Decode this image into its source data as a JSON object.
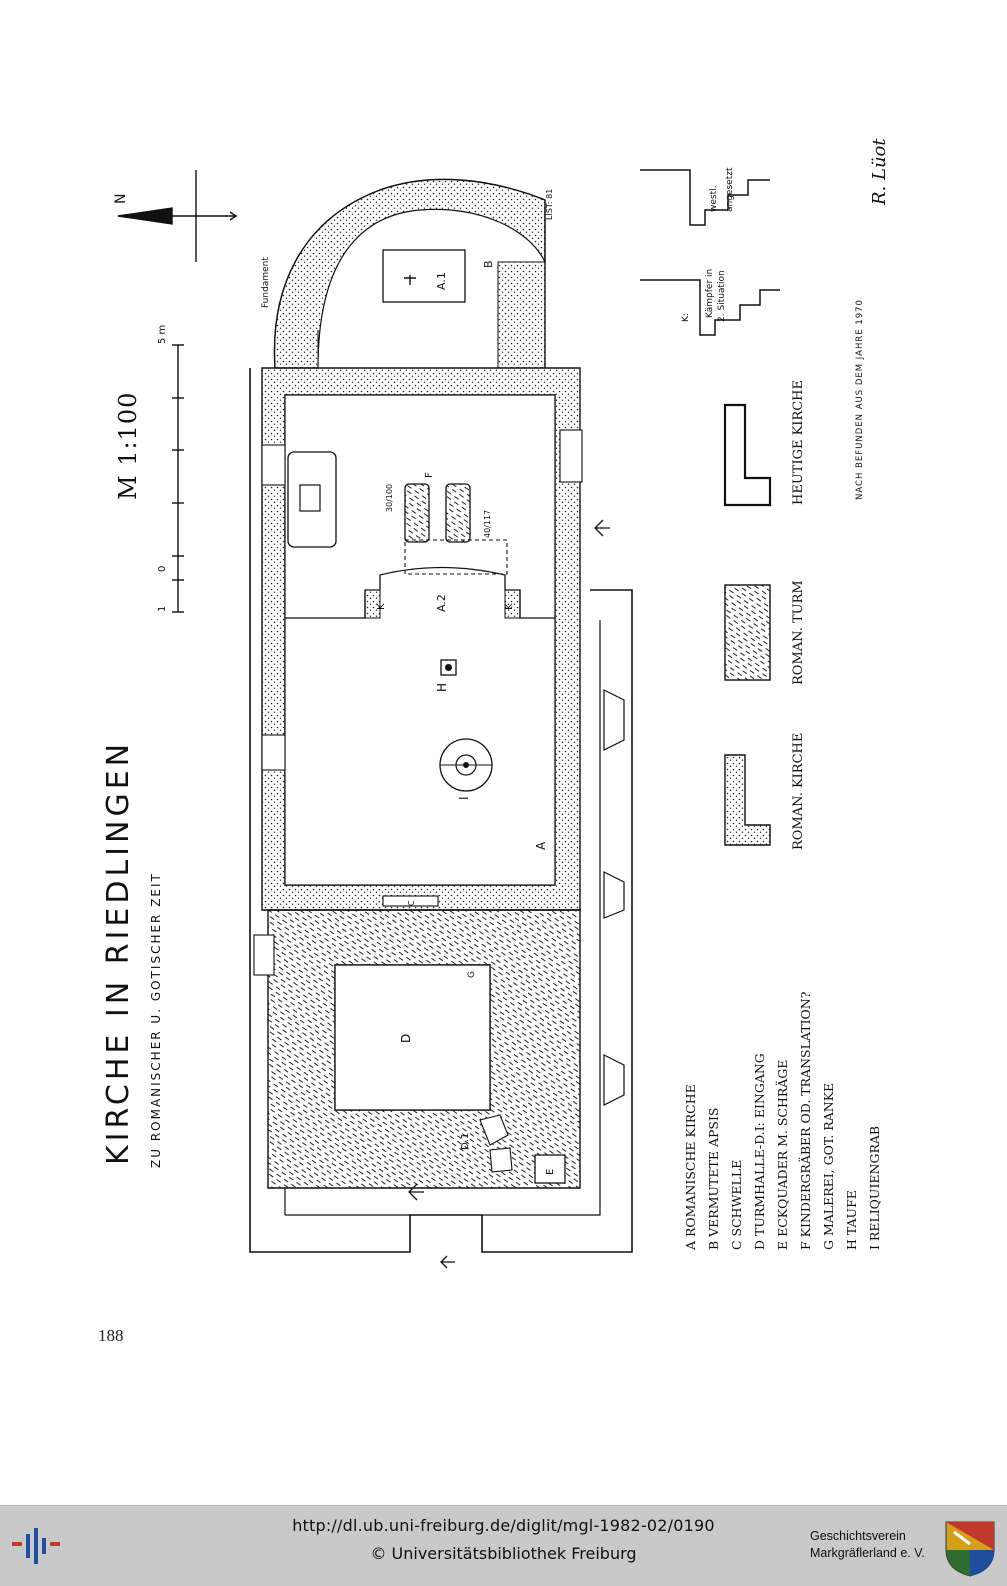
{
  "document": {
    "title": "KIRCHE IN RIEDLINGEN",
    "subtitle": "ZU ROMANISCHER U. GOTISCHER ZEIT",
    "scale": "M 1:100",
    "scale_bar": {
      "label_start": "0",
      "label_end": "5 m",
      "label_left": "1"
    },
    "north": "N",
    "signature": "R. Lüot",
    "source_note": "NACH BEFUNDEN AUS DEM JAHRE 1970",
    "page_number": "188",
    "plan_labels": {
      "fundament": "Fundament",
      "list": "LIST: 81",
      "a1": "A.1",
      "a2": "A.2",
      "f": "F",
      "f_left": "30/100",
      "f_right": "40/117",
      "k1": "K",
      "k2": "K",
      "h": "H",
      "i": "I",
      "a": "A",
      "b": "B",
      "c": "C",
      "d": "D",
      "d1": "D.1",
      "e": "E",
      "g": "G"
    },
    "profile_labels": {
      "k": "K:",
      "kampfer_1": "Kämpfer in",
      "kampfer_2": "2. Situation",
      "westl_1": "westl.",
      "westl_2": "angesetzt"
    },
    "legend_key": [
      {
        "label": "ROMAN. KIRCHE"
      },
      {
        "label": "ROMAN. TURM"
      },
      {
        "label": "HEUTIGE KIRCHE"
      }
    ],
    "legend_items": [
      "A ROMANISCHE KIRCHE",
      "B VERMUTETE APSIS",
      "C SCHWELLE",
      "D TURMHALLE-D.I: EINGANG",
      "E ECKQUADER M. SCHRÄGE",
      "F KINDERGRÄBER OD. TRANSLATION?",
      "G MALEREI, GOT. RANKE",
      "H TAUFE",
      "I RELIQUIENGRAB"
    ]
  },
  "footer": {
    "url": "http://dl.ub.uni-freiburg.de/diglit/mgl-1982-02/0190",
    "copyright": "© Universitätsbibliothek Freiburg",
    "society_line1": "Geschichtsverein",
    "society_line2": "Markgräflerland e. V."
  }
}
